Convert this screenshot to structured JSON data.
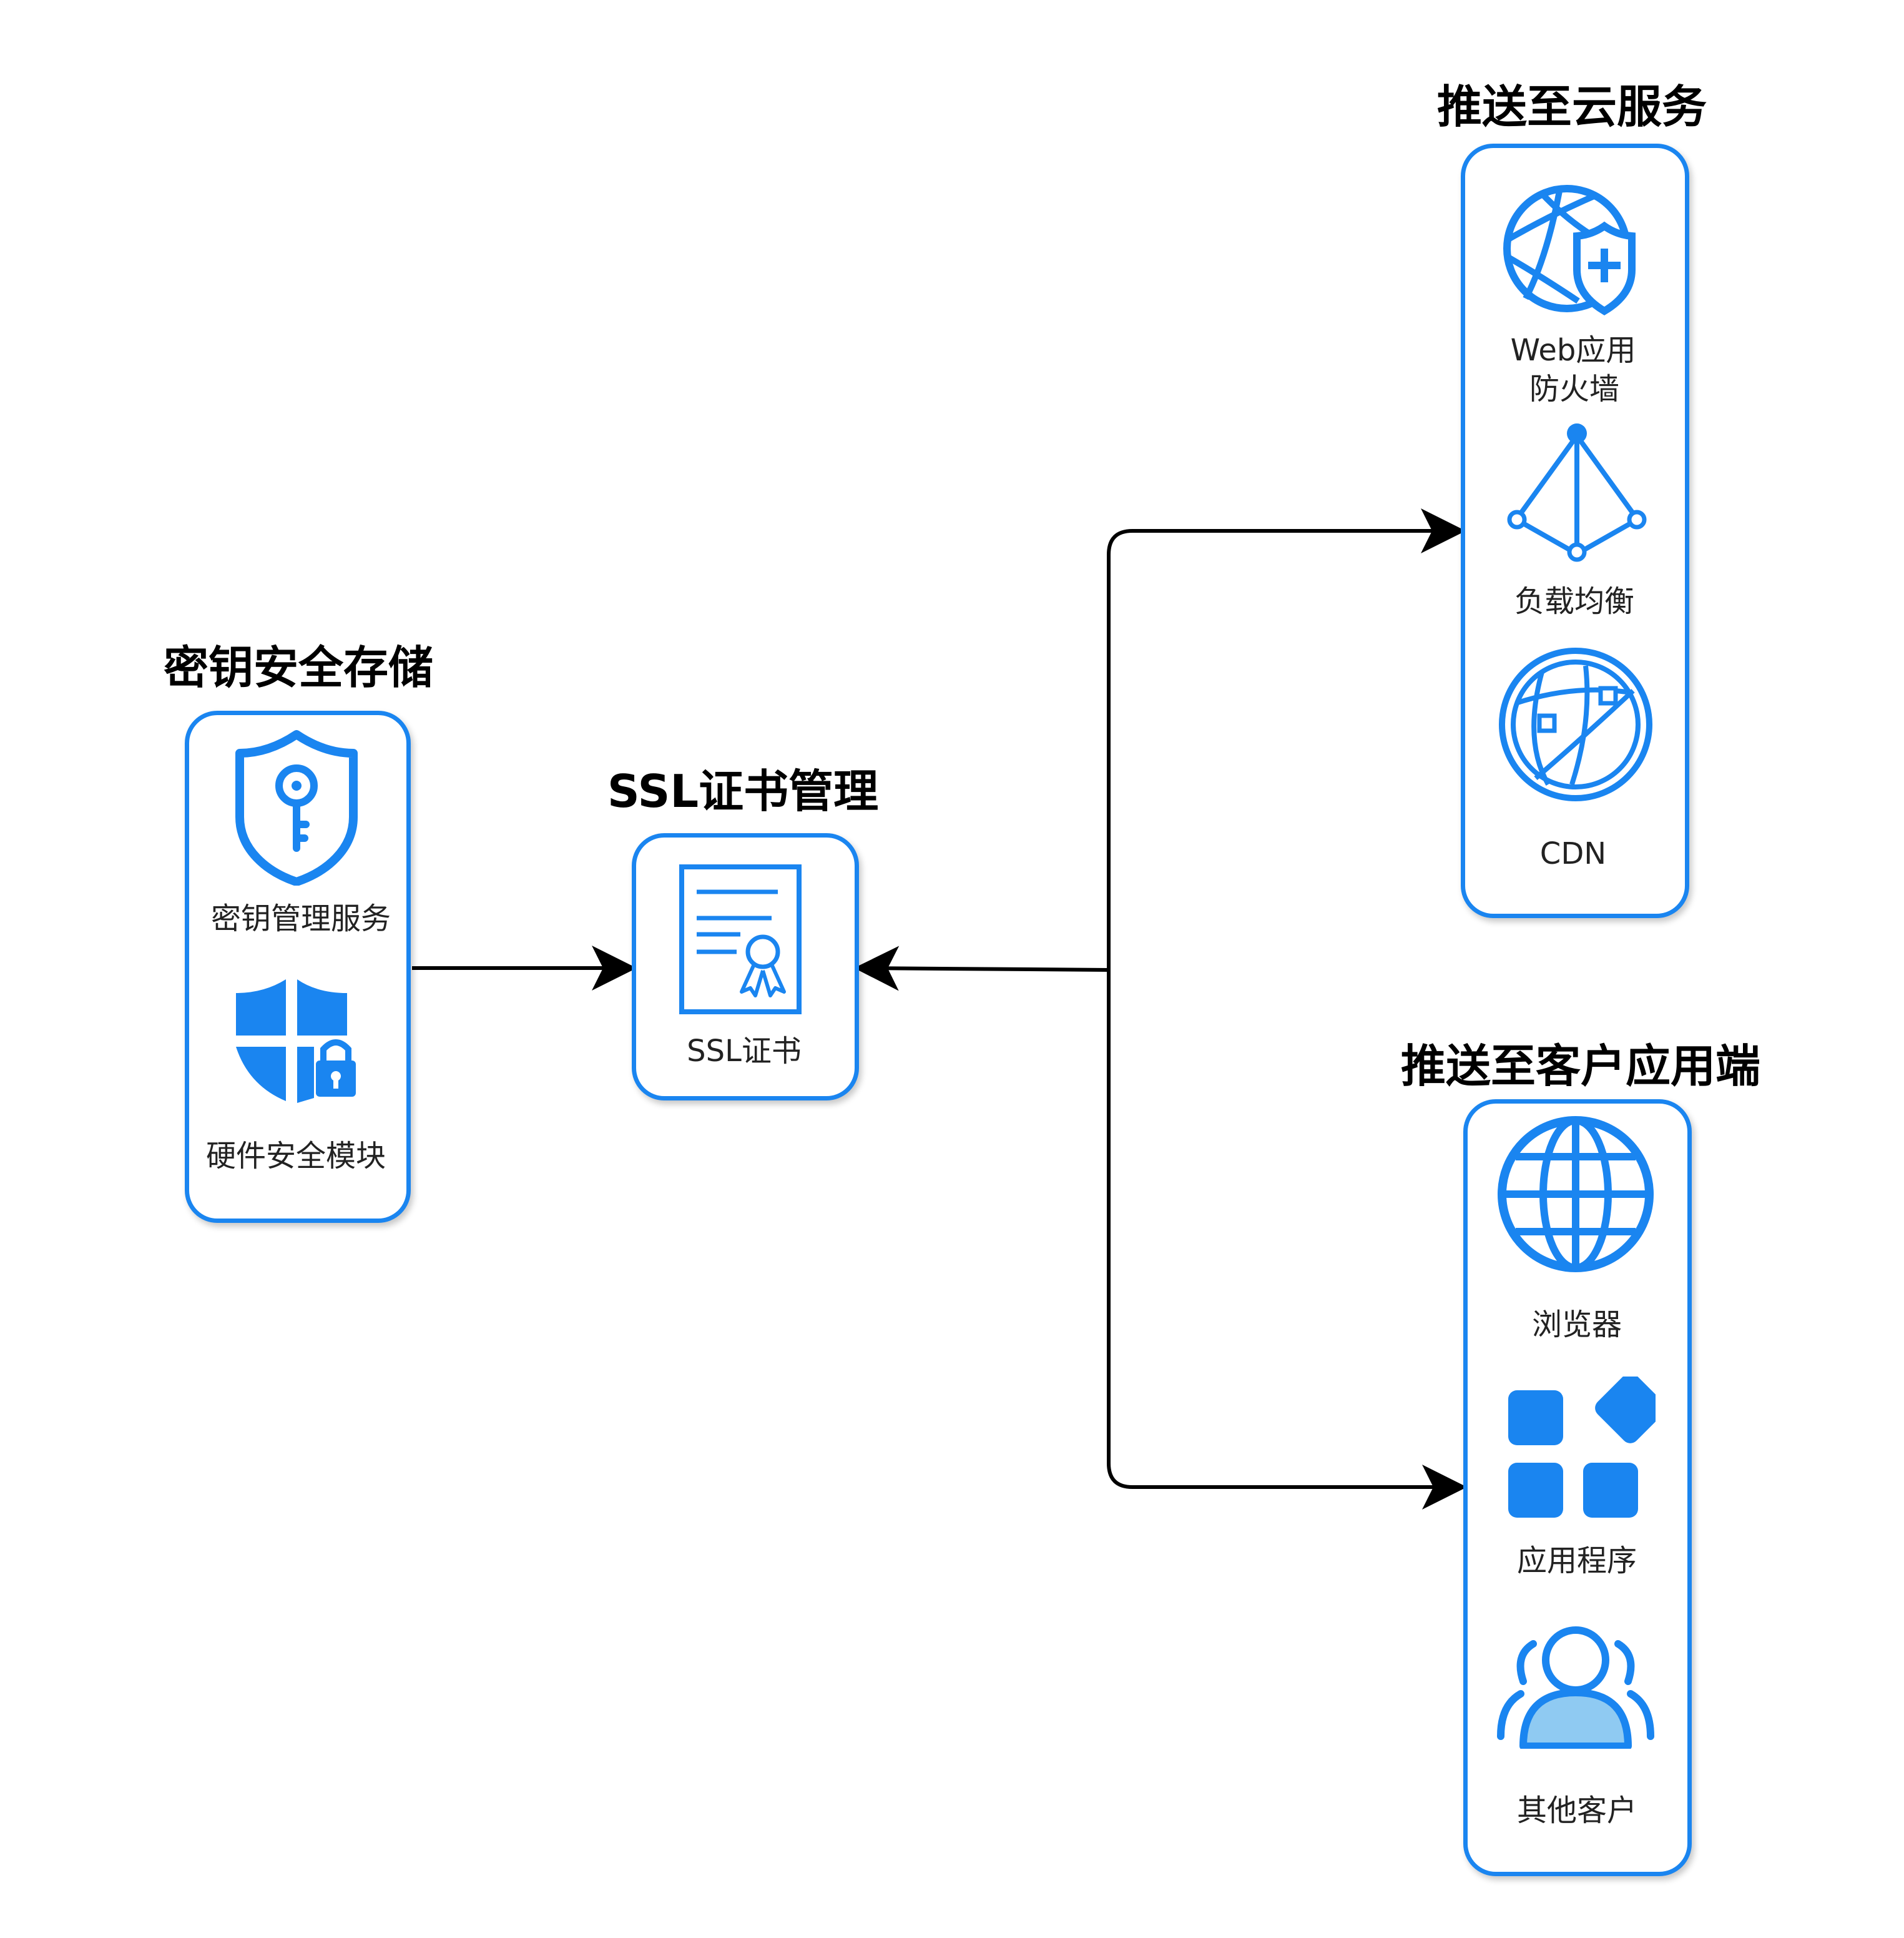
{
  "groups": {
    "key_storage": {
      "title": "密钥安全存储",
      "items": [
        {
          "label": "密钥管理服务",
          "icon": "shield-key-icon"
        },
        {
          "label": "硬件安全模块",
          "icon": "hsm-shield-lock-icon"
        }
      ]
    },
    "ssl": {
      "title": "SSL证书管理",
      "items": [
        {
          "label": "SSL证书",
          "icon": "certificate-icon"
        }
      ]
    },
    "cloud": {
      "title": "推送至云服务",
      "items": [
        {
          "label_line1": "Web应用",
          "label_line2": "防火墙",
          "icon": "globe-shield-icon"
        },
        {
          "label": "负载均衡",
          "icon": "load-balancer-icon"
        },
        {
          "label": "CDN",
          "icon": "cdn-globe-icon"
        }
      ]
    },
    "client": {
      "title": "推送至客户应用端",
      "items": [
        {
          "label": "浏览器",
          "icon": "globe-icon"
        },
        {
          "label": "应用程序",
          "icon": "apps-grid-icon"
        },
        {
          "label": "其他客户",
          "icon": "users-icon"
        }
      ]
    }
  },
  "colors": {
    "accent": "#1a85f0",
    "icon_light": "#8fcaf2",
    "connector": "#000000"
  }
}
